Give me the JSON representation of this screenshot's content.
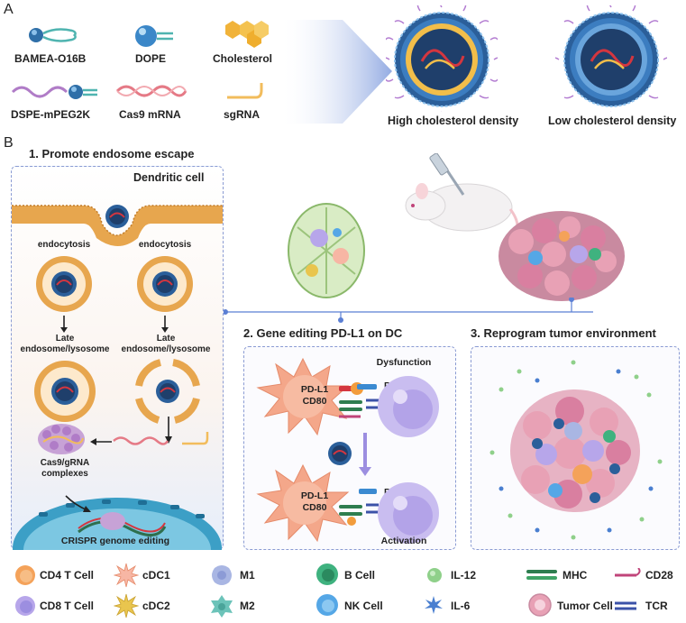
{
  "panel_a": {
    "letter": "A",
    "components": [
      {
        "label": "BAMEA-O16B",
        "icon": "bamea-lipid-icon"
      },
      {
        "label": "DOPE",
        "icon": "dope-lipid-icon"
      },
      {
        "label": "Cholesterol",
        "icon": "cholesterol-icon"
      },
      {
        "label": "DSPE-mPEG2K",
        "icon": "dspe-peg-icon"
      },
      {
        "label": "Cas9 mRNA",
        "icon": "mrna-icon"
      },
      {
        "label": "sgRNA",
        "icon": "sgrna-icon"
      }
    ],
    "high_label": "High cholesterol density",
    "low_label": "Low cholesterol density"
  },
  "panel_b": {
    "letter": "B",
    "step1_title": "1. Promote endosome escape",
    "cell_label": "Dendritic cell",
    "endocytosis_left": "endocytosis",
    "endocytosis_right": "endocytosis",
    "late_left_1": "Late",
    "late_left_2": "endosome/lysosome",
    "late_right_1": "Late",
    "late_right_2": "endosome/lysosome",
    "cas9_1": "Cas9/gRNA",
    "cas9_2": "complexes",
    "crispr": "CRISPR genome editing",
    "step2_title": "2. Gene editing PD-L1 on DC",
    "step3_title": "3. Reprogram tumor environment",
    "pdl1_top": "PD-L1",
    "cd80_top": "CD80",
    "pd1_top": "PD-1",
    "dysfunction": "Dysfunction",
    "pdl1_bottom": "PD-L1",
    "cd80_bottom": "CD80",
    "pd1_bottom": "PD-1",
    "activation": "Activation"
  },
  "legend": [
    {
      "label": "CD4 T Cell",
      "icon": "cd4-t-cell-icon",
      "color": "#f4a25a"
    },
    {
      "label": "cDC1",
      "icon": "cdc1-icon",
      "color": "#f7b6a4"
    },
    {
      "label": "M1",
      "icon": "m1-macrophage-icon",
      "color": "#a9b6e3"
    },
    {
      "label": "B Cell",
      "icon": "b-cell-icon",
      "color": "#3fb27f"
    },
    {
      "label": "IL-12",
      "icon": "il12-icon",
      "color": "#8fd08a"
    },
    {
      "label": "MHC",
      "icon": "mhc-icon",
      "color": "#2e7d4f"
    },
    {
      "label": "CD28",
      "icon": "cd28-icon",
      "color": "#c0447a"
    },
    {
      "label": "CD8 T Cell",
      "icon": "cd8-t-cell-icon",
      "color": "#b7a6ea"
    },
    {
      "label": "cDC2",
      "icon": "cdc2-icon",
      "color": "#e9c54e"
    },
    {
      "label": "M2",
      "icon": "m2-macrophage-icon",
      "color": "#6cc3b9"
    },
    {
      "label": "NK Cell",
      "icon": "nk-cell-icon",
      "color": "#55a7e6"
    },
    {
      "label": "IL-6",
      "icon": "il6-icon",
      "color": "#4a7fd0"
    },
    {
      "label": "Tumor Cell",
      "icon": "tumor-cell-icon",
      "color": "#e8a1b5"
    },
    {
      "label": "TCR",
      "icon": "tcr-icon",
      "color": "#3b52a8"
    }
  ]
}
